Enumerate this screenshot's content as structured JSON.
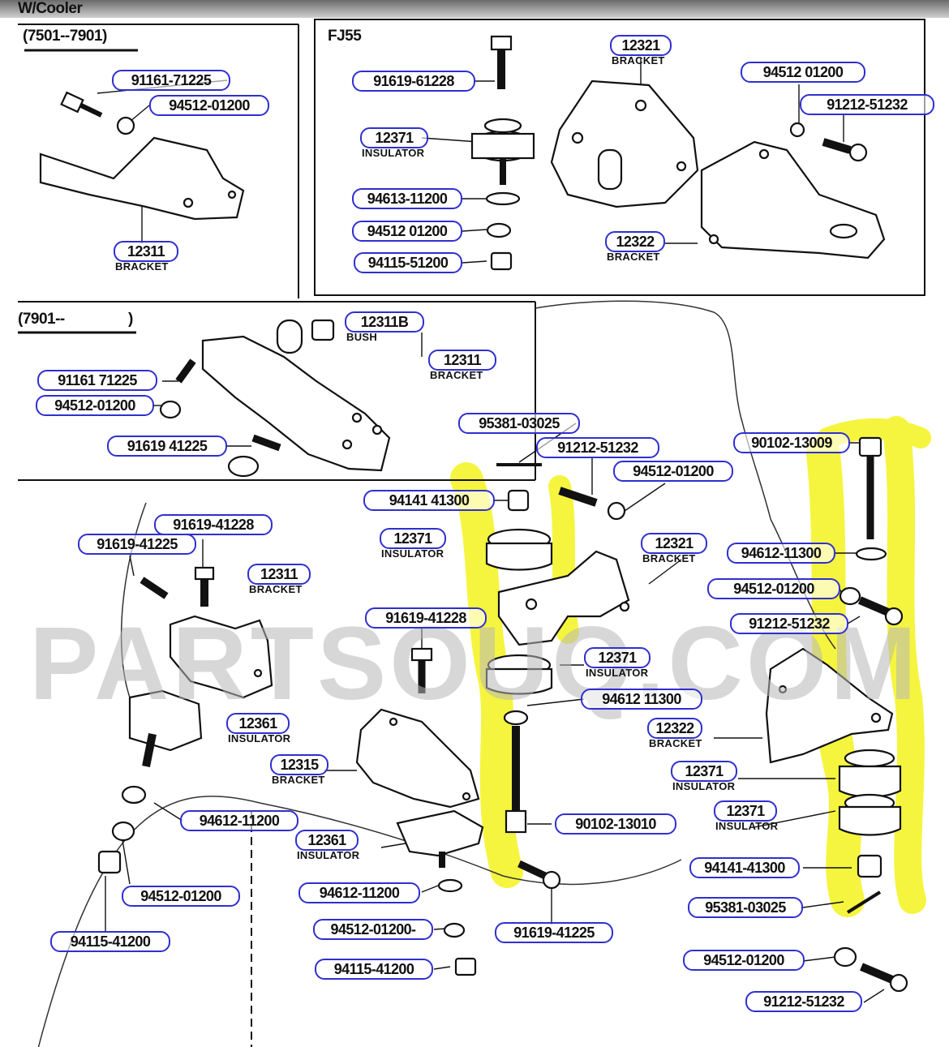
{
  "headers": {
    "cooler": "W/Cooler",
    "range_a": "(7501--7901)",
    "model": "FJ55",
    "range_b": "(7901--"
  },
  "range_b_close": ")",
  "watermark": "PARTSOUQ.COM",
  "colors": {
    "callout_border": "#2f2fd0",
    "highlight": "#f2f200",
    "line": "#111111"
  },
  "callouts": [
    {
      "id": "c1",
      "text": "91161-71225"
    },
    {
      "id": "c2",
      "text": "94512-01200"
    },
    {
      "id": "c3",
      "text": "12311",
      "desc": "BRACKET"
    },
    {
      "id": "c4",
      "text": "91619-61228"
    },
    {
      "id": "c5",
      "text": "12321",
      "desc": "BRACKET"
    },
    {
      "id": "c6",
      "text": "94512 01200"
    },
    {
      "id": "c7",
      "text": "91212-51232"
    },
    {
      "id": "c8",
      "text": "12371",
      "desc": "INSULATOR"
    },
    {
      "id": "c9",
      "text": "94613-11200"
    },
    {
      "id": "c10",
      "text": "94512 01200"
    },
    {
      "id": "c11",
      "text": "94115-51200"
    },
    {
      "id": "c12",
      "text": "12322",
      "desc": "BRACKET"
    },
    {
      "id": "c13",
      "text": "12311B",
      "desc": "BUSH"
    },
    {
      "id": "c14",
      "text": "12311",
      "desc": "BRACKET"
    },
    {
      "id": "c15",
      "text": "91161 71225"
    },
    {
      "id": "c16",
      "text": "94512-01200"
    },
    {
      "id": "c17",
      "text": "91619 41225"
    },
    {
      "id": "c18",
      "text": "95381-03025"
    },
    {
      "id": "c19",
      "text": "91212-51232"
    },
    {
      "id": "c20",
      "text": "94512-01200"
    },
    {
      "id": "c21",
      "text": "90102-13009"
    },
    {
      "id": "c22",
      "text": "94141 41300"
    },
    {
      "id": "c23",
      "text": "91619-41228"
    },
    {
      "id": "c24",
      "text": "91619-41225"
    },
    {
      "id": "c25",
      "text": "12371",
      "desc": "INSULATOR"
    },
    {
      "id": "c26",
      "text": "12321",
      "desc": "BRACKET"
    },
    {
      "id": "c27",
      "text": "94612-11300"
    },
    {
      "id": "c28",
      "text": "12311",
      "desc": "BRACKET"
    },
    {
      "id": "c29",
      "text": "94512-01200"
    },
    {
      "id": "c30",
      "text": "91619-41228"
    },
    {
      "id": "c31",
      "text": "91212-51232"
    },
    {
      "id": "c32",
      "text": "12371",
      "desc": "INSULATOR"
    },
    {
      "id": "c33",
      "text": "94612 11300"
    },
    {
      "id": "c34",
      "text": "12361",
      "desc": "INSULATOR"
    },
    {
      "id": "c35",
      "text": "12322",
      "desc": "BRACKET"
    },
    {
      "id": "c36",
      "text": "12315",
      "desc": "BRACKET"
    },
    {
      "id": "c37",
      "text": "12371",
      "desc": "INSULATOR"
    },
    {
      "id": "c38",
      "text": "94612-11200"
    },
    {
      "id": "c39",
      "text": "12371",
      "desc": "INSULATOR"
    },
    {
      "id": "c40",
      "text": "90102-13010"
    },
    {
      "id": "c41",
      "text": "12361",
      "desc": "INSULATOR"
    },
    {
      "id": "c42",
      "text": "94141-41300"
    },
    {
      "id": "c43",
      "text": "94512-01200"
    },
    {
      "id": "c44",
      "text": "94612-11200"
    },
    {
      "id": "c45",
      "text": "95381-03025"
    },
    {
      "id": "c46",
      "text": "94512-01200-"
    },
    {
      "id": "c47",
      "text": "91619-41225"
    },
    {
      "id": "c48",
      "text": "94115-41200"
    },
    {
      "id": "c49",
      "text": "94512-01200"
    },
    {
      "id": "c50",
      "text": "94115-41200"
    },
    {
      "id": "c51",
      "text": "91212-51232"
    }
  ]
}
